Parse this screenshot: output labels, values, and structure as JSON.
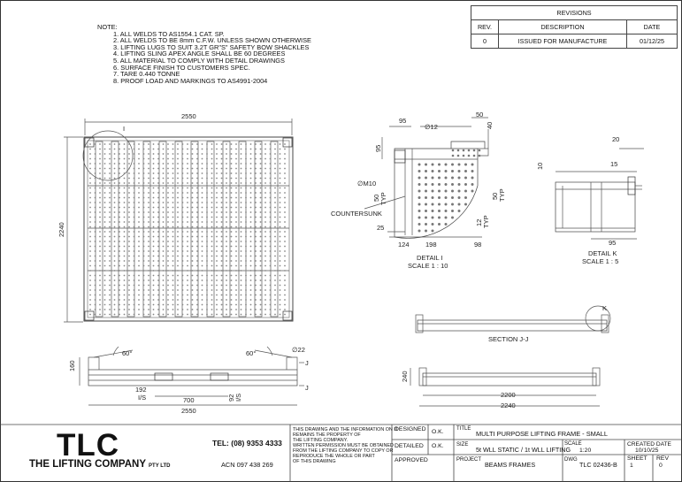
{
  "notes": {
    "heading": "NOTE:",
    "items": [
      "1. ALL WELDS TO AS1554.1 CAT. SP.",
      "2. ALL WELDS TO BE 8mm C.F.W. UNLESS SHOWN OTHERWISE",
      "3. LIFTING LUGS TO SUIT 3.2T GR\"S\" SAFETY BOW SHACKLES",
      "4. LIFTING SLING APEX ANGLE SHALL BE 60 DEGREES",
      "5. ALL MATERIAL TO COMPLY WITH DETAIL DRAWINGS",
      "6. SURFACE FINISH TO CUSTOMERS SPEC.",
      "7. TARE 0.440 TONNE",
      "8. PROOF LOAD AND MARKINGS TO AS4991-2004"
    ]
  },
  "revisions": {
    "title": "REVISIONS",
    "headers": [
      "REV.",
      "DESCRIPTION",
      "DATE"
    ],
    "rows": [
      [
        "0",
        "ISSUED FOR MANUFACTURE",
        "01/12/25"
      ]
    ]
  },
  "plan_view": {
    "dim_width": "2550",
    "dim_height": "2240",
    "detail_marker": "I"
  },
  "detail_i": {
    "dims": {
      "top_95": "95",
      "hole": "∅12",
      "top_50": "50",
      "side_40": "40",
      "left_95": "95",
      "typ_50a": "50",
      "typ_label_a": "TYP",
      "typ_50b": "50",
      "typ_label_b": "TYP",
      "d25": "25",
      "d12": "12",
      "typ_label_c": "TYP",
      "b124": "124",
      "b198": "198",
      "b98": "98"
    },
    "countersunk_1": "∅M10",
    "countersunk_2": "COUNTERSUNK",
    "title": "DETAIL I",
    "scale": "SCALE 1 : 10"
  },
  "detail_k": {
    "d20": "20",
    "d10": "10",
    "d15": "15",
    "d95": "95",
    "title": "DETAIL K",
    "scale": "SCALE 1 : 5"
  },
  "section_jj": {
    "title": "SECTION J-J",
    "marker_k": "K"
  },
  "side_view": {
    "angle_left": "60°",
    "angle_right": "60°",
    "hole": "∅22",
    "marker_j_top": "J",
    "marker_j_bottom": "J",
    "d160": "160",
    "d192": "192",
    "is_left": "I/S",
    "d700": "700",
    "d92": "92",
    "is_right": "I/S",
    "d2550": "2550"
  },
  "end_view": {
    "d240": "240",
    "d2200": "2200",
    "d2240": "2240"
  },
  "title_block": {
    "company_short": "TLC",
    "company_full": "THE LIFTING COMPANY",
    "company_suffix": "PTY LTD",
    "phone": "TEL: (08) 9353 4333",
    "acn": "ACN 097 438 269",
    "disclaimer": [
      "THIS DRAWING AND THE INFORMATION ON IT",
      "REMAINS THE PROPERTY OF",
      "THE LIFTING COMPANY.",
      "WRITTEN PERMISSION MUST BE OBTAINED",
      "FROM THE LIFTING COMPANY TO COPY OR",
      "REPRODUCE THE WHOLE OR PART",
      "OF THIS DRAWING"
    ],
    "designed_label": "DESIGNED",
    "designed_value": "O.K.",
    "detailed_label": "DETAILED",
    "detailed_value": "O.K.",
    "approved_label": "APPROVED",
    "title_label": "TITLE",
    "title_value": "MULTI PURPOSE LIFTING FRAME - SMALL",
    "size_label": "SIZE",
    "size_value": "5t WLL STATIC / 1t WLL LIFTING",
    "scale_label": "SCALE",
    "scale_value": "1:20",
    "created_label": "CREATED DATE",
    "created_value": "10/10/25",
    "project_label": "PROJECT",
    "project_value": "BEAMS FRAMES",
    "dwg_label": "DWG",
    "dwg_value": "TLC 02436-B",
    "sheet_label": "SHEET",
    "sheet_value": "1",
    "rev_label": "REV",
    "rev_value": "0"
  }
}
